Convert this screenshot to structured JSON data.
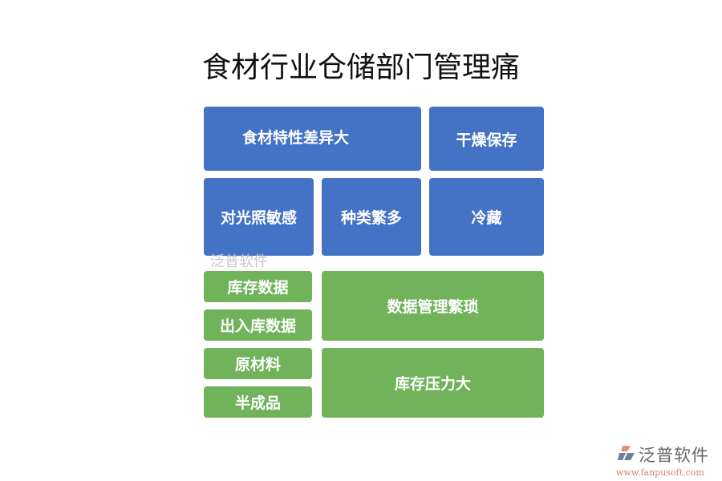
{
  "title": "食材行业仓储部门管理痛",
  "boxes": {
    "b1": "食材特性差异大",
    "b2": "干燥保存",
    "b3": "对光照敏感",
    "b4": "种类繁多",
    "b5": "冷藏",
    "g1": "库存数据",
    "g2": "出入库数据",
    "g3": "原材料",
    "g4": "半成品",
    "g5": "数据管理繁琐",
    "g6": "库存压力大"
  },
  "watermark": "泛普软件",
  "logo": {
    "name": "泛普软件",
    "url": "www.fanpusoft.com"
  },
  "colors": {
    "blue": "#4472c4",
    "green": "#70b35b"
  }
}
